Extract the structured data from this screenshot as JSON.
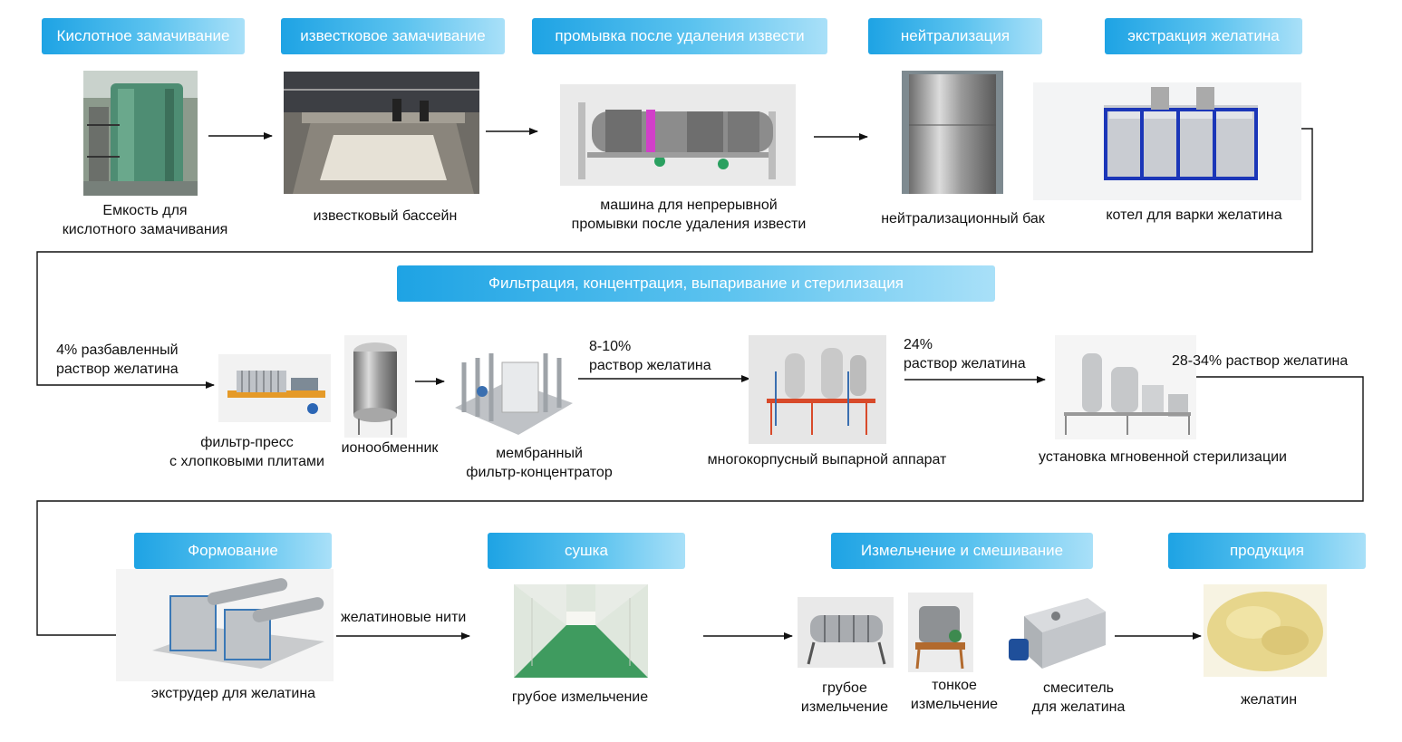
{
  "stages": {
    "acid_soaking": "Кислотное замачивание",
    "lime_soaking": "известковое замачивание",
    "washing": "промывка после удаления извести",
    "neutralization": "нейтрализация",
    "extraction": "экстракция желатина",
    "filtration": "Фильтрация, концентрация, выпаривание и стерилизация",
    "forming": "Формование",
    "drying": "сушка",
    "grinding_mixing": "Измельчение и смешивание",
    "product": "продукция"
  },
  "equipment": {
    "acid_tank": "Емкость для\nкислотного замачивания",
    "lime_pool": "известковый бассейн",
    "washing_machine": "машина для непрерывной\nпромывки после удаления извести",
    "neutral_tank": "нейтрализационный бак",
    "boiler": "котел для варки желатина",
    "filter_press": "фильтр-пресс\nс хлопковыми плитами",
    "ion_exchanger": "ионообменник",
    "membrane": "мембранный\nфильтр-концентратор",
    "evaporator": "многокорпусный выпарной аппарат",
    "sterilizer": "установка мгновенной стерилизации",
    "extruder": "экструдер для желатина",
    "coarse_grinding_dryer": "грубое измельчение",
    "coarse_grinding": "грубое\nизмельчение",
    "fine_grinding": "тонкое\nизмельчение",
    "mixer": "смеситель\nдля желатина",
    "gelatin": "желатин"
  },
  "flows": {
    "diluted": "4% разбавленный\nраствор желатина",
    "conc_8_10": "8-10%\nраствор желатина",
    "conc_24": "24%\nраствор желатина",
    "conc_28_34": "28-34% раствор желатина",
    "threads": "желатиновые нити"
  }
}
